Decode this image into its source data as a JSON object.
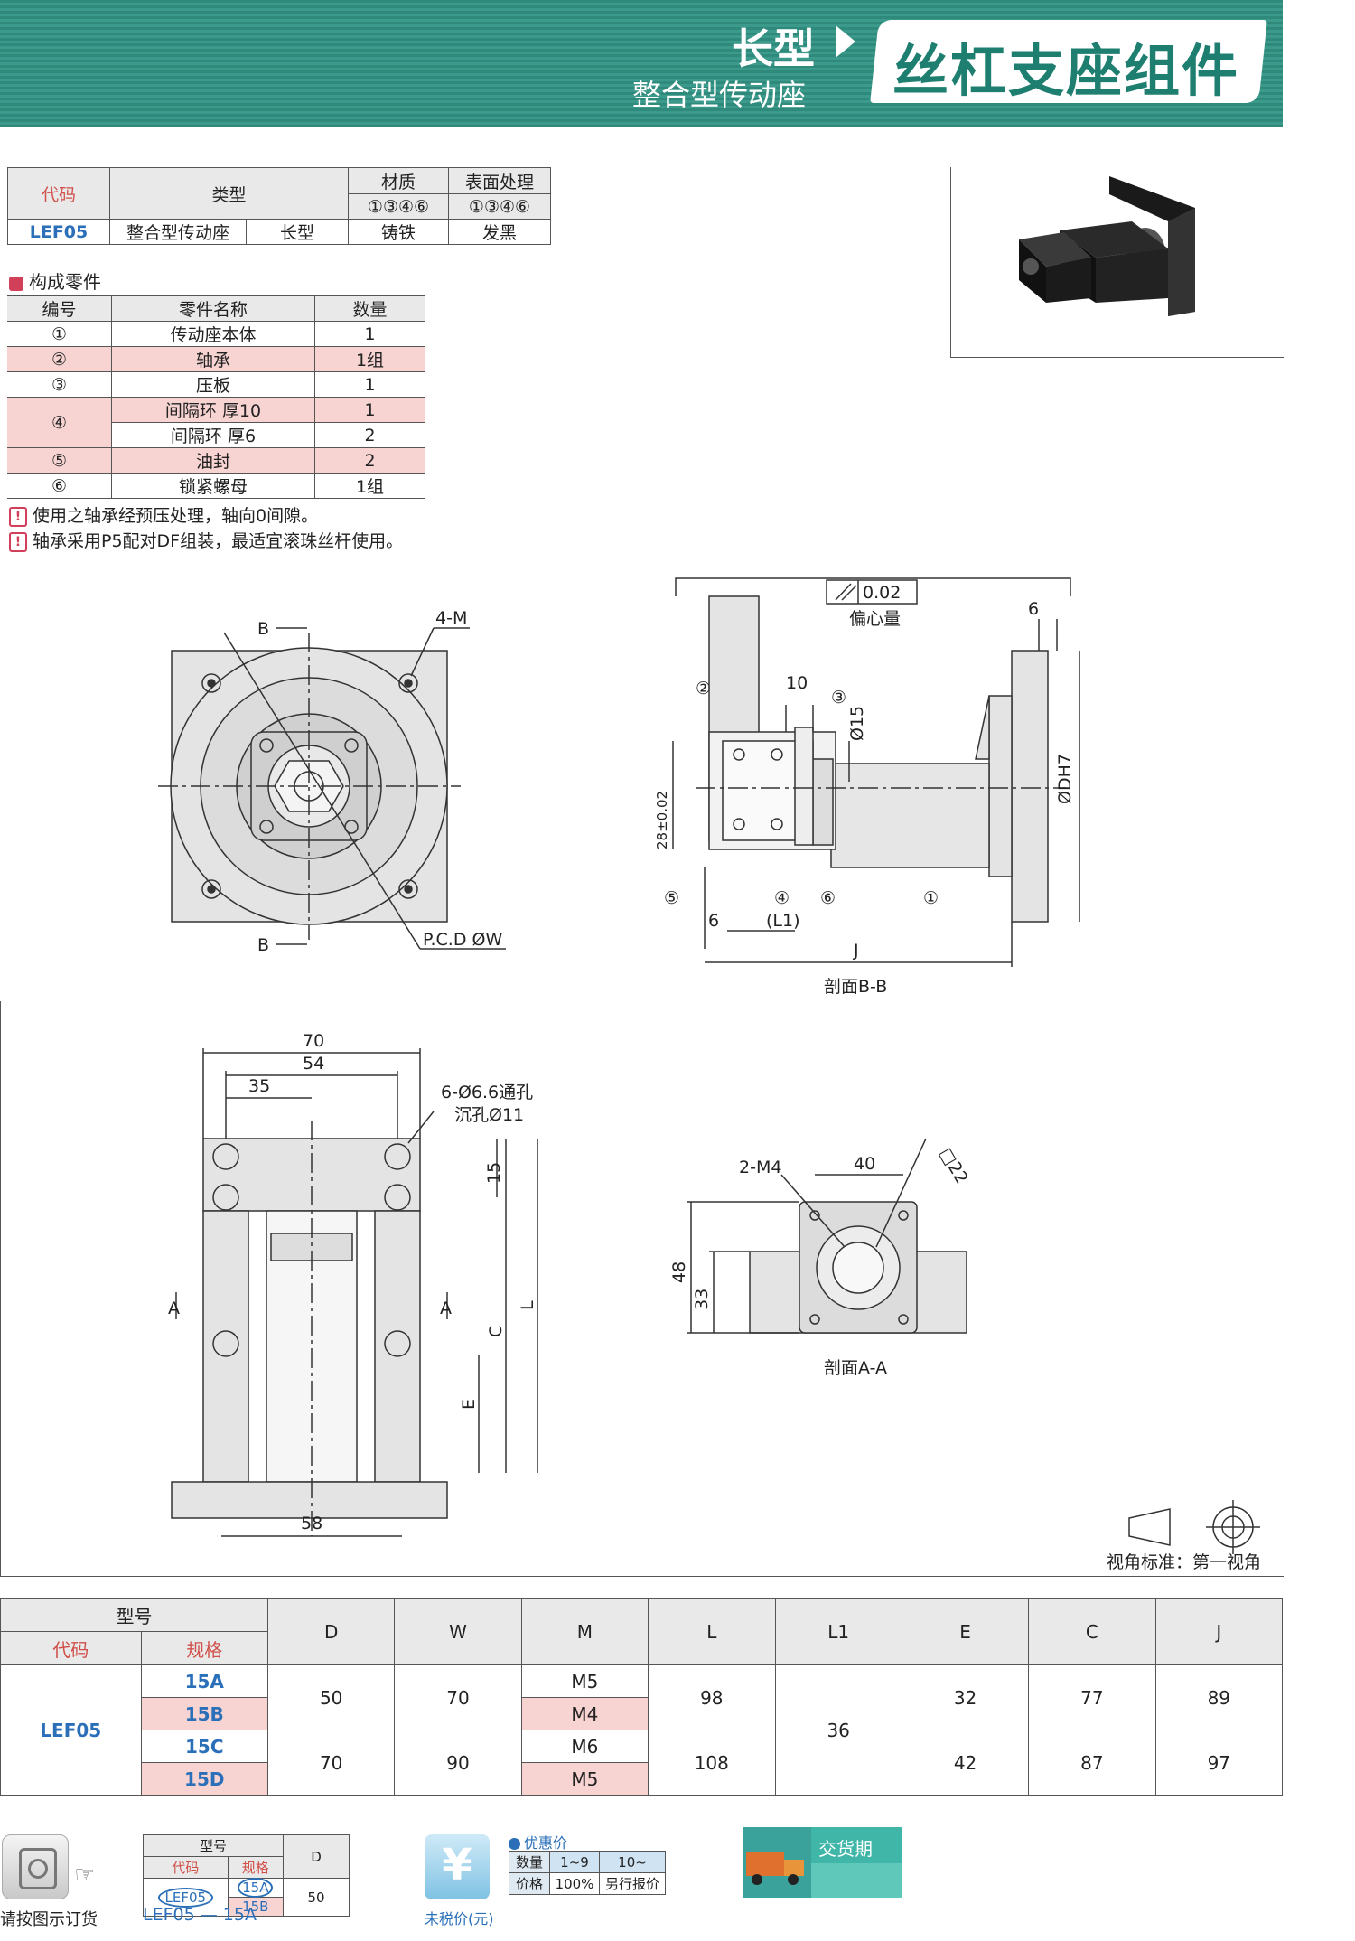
{
  "header": {
    "category": "长型",
    "subtitle": "整合型传动座",
    "title": "丝杠支座组件"
  },
  "spec_table": {
    "headers": [
      "代码",
      "类型",
      "材质",
      "表面处理"
    ],
    "sub_material": "①③④⑥",
    "sub_surface": "①③④⑥",
    "row": {
      "code": "LEF05",
      "type1": "整合型传动座",
      "type2": "长型",
      "material": "铸铁",
      "surface": "发黑"
    }
  },
  "parts": {
    "title": "构成零件",
    "headers": [
      "编号",
      "零件名称",
      "数量"
    ],
    "rows": [
      {
        "no": "①",
        "name": "传动座本体",
        "qty": "1"
      },
      {
        "no": "②",
        "name": "轴承",
        "qty": "1组"
      },
      {
        "no": "③",
        "name": "压板",
        "qty": "1"
      },
      {
        "no": "④",
        "name": "间隔环  厚10",
        "qty": "1"
      },
      {
        "no": "",
        "name": "间隔环  厚6",
        "qty": "2"
      },
      {
        "no": "⑤",
        "name": "油封",
        "qty": "2"
      },
      {
        "no": "⑥",
        "name": "锁紧螺母",
        "qty": "1组"
      }
    ]
  },
  "notes": [
    "使用之轴承经预压处理，轴向0间隙。",
    "轴承采用P5配对DF组装，最适宜滚珠丝杆使用。"
  ],
  "drawing": {
    "front": {
      "b_top": "B",
      "b_bottom": "B",
      "holes": "4-M",
      "pcd": "P.C.D ØW"
    },
    "section_bb": {
      "tolerance": "0.02",
      "tol_label": "偏心量",
      "dim_6_top": "6",
      "dim_10": "10",
      "dim_phi15": "Ø15",
      "dim_28": "28±0.02",
      "dim_6": "6",
      "dim_l1": "(L1)",
      "dim_j": "J",
      "dim_d": "ØDH7",
      "caption": "剖面B-B",
      "labels": [
        "②",
        "③",
        "⑤",
        "④",
        "⑥",
        "①"
      ]
    },
    "top": {
      "dim_70": "70",
      "dim_54": "54",
      "dim_35": "35",
      "hole_note1": "6-Ø6.6通孔",
      "hole_note2": "沉孔Ø11",
      "dim_15": "15",
      "dim_l": "L",
      "dim_c": "C",
      "dim_e": "E",
      "dim_58": "58",
      "a_left": "A",
      "a_right": "A"
    },
    "section_aa": {
      "holes": "2-M4",
      "dim_40": "40",
      "dim_22": "□22",
      "dim_48": "48",
      "dim_33": "33",
      "caption": "剖面A-A"
    },
    "view_std": "视角标准：第一视角"
  },
  "dim_table": {
    "group_header": "型号",
    "sub_headers": [
      "代码",
      "规格"
    ],
    "columns": [
      "D",
      "W",
      "M",
      "L",
      "L1",
      "E",
      "C",
      "J"
    ],
    "code": "LEF05",
    "specs": [
      "15A",
      "15B",
      "15C",
      "15D"
    ],
    "M": [
      "M5",
      "M4",
      "M6",
      "M5"
    ],
    "group1": {
      "D": "50",
      "W": "70",
      "L": "98",
      "E": "32",
      "C": "77",
      "J": "89"
    },
    "group2": {
      "D": "70",
      "W": "90",
      "L": "108",
      "E": "42",
      "C": "87",
      "J": "97"
    },
    "L1": "36"
  },
  "footer": {
    "order_label": "请按图示订货",
    "mini_headers": {
      "model": "型号",
      "code": "代码",
      "spec": "规格",
      "d": "D"
    },
    "mini_code": "LEF05",
    "mini_specs": [
      "15A",
      "15B"
    ],
    "mini_d": "50",
    "order_example": "LEF05 — 15A",
    "price_label": "未税价(元)",
    "discount_title": "优惠价",
    "discount_rows": [
      [
        "数量",
        "1~9",
        "10~"
      ],
      [
        "价格",
        "100%",
        "另行报价"
      ]
    ],
    "delivery_label": "交货期"
  }
}
